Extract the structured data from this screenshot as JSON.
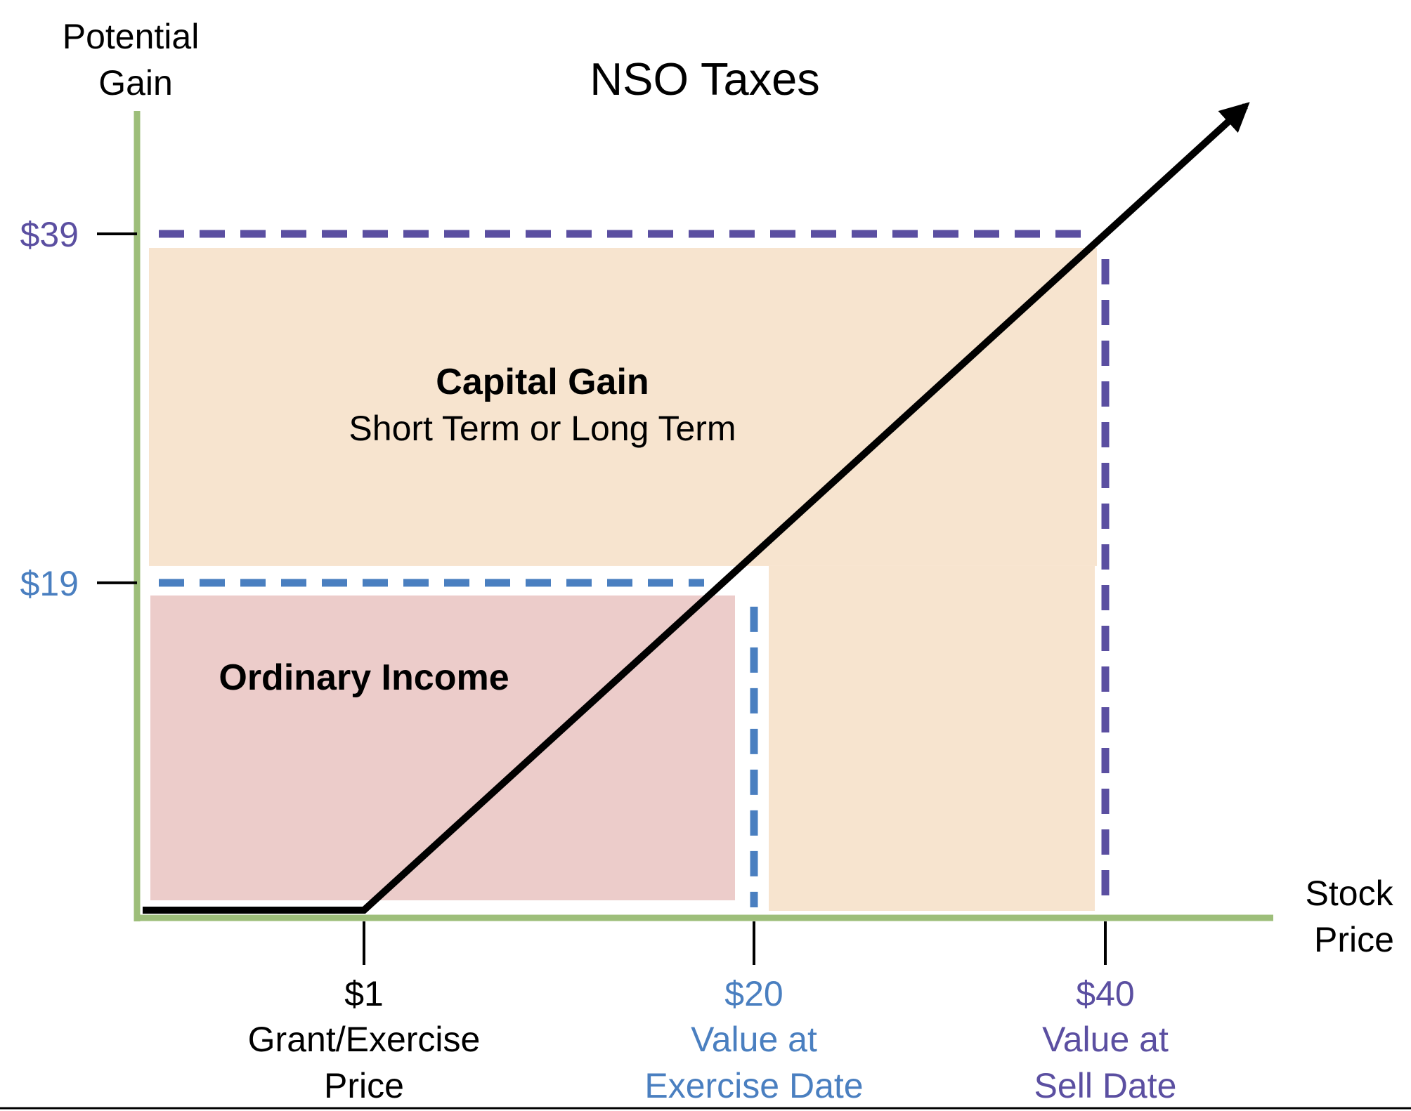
{
  "chart_data": {
    "type": "line",
    "title": "NSO Taxes",
    "ylabel": [
      "Potential",
      "Gain"
    ],
    "xlabel": [
      "Stock",
      "Price"
    ],
    "x": [
      0,
      1,
      40
    ],
    "y": [
      0,
      0,
      39
    ],
    "line_color": "#000000",
    "axis_color": "#9dbe7a",
    "y_ticks": [
      {
        "value": 39,
        "label": "$39",
        "color": "#5b4fa1"
      },
      {
        "value": 19,
        "label": "$19",
        "color": "#4a7fc0"
      }
    ],
    "x_ticks": [
      {
        "value": 1,
        "label": "$1",
        "caption": [
          "Grant/Exercise",
          "Price"
        ],
        "color": "#000000"
      },
      {
        "value": 20,
        "label": "$20",
        "caption": [
          "Value at",
          "Exercise Date"
        ],
        "color": "#4a7fc0"
      },
      {
        "value": 40,
        "label": "$40",
        "caption": [
          "Value at",
          "Sell Date"
        ],
        "color": "#5b4fa1"
      }
    ],
    "regions": [
      {
        "name": "Ordinary Income",
        "x_range": [
          0,
          20
        ],
        "y_range": [
          0,
          19
        ],
        "color": "#ecccca"
      },
      {
        "name": "Capital Gain",
        "subtitle": "Short Term or Long Term",
        "x_range": [
          0,
          40
        ],
        "y_range": [
          19,
          39
        ],
        "color": "#f7e4cf"
      }
    ],
    "reference_lines": [
      {
        "x": 20,
        "y": 19,
        "color": "#4a7fc0",
        "style": "dashed"
      },
      {
        "x": 40,
        "y": 39,
        "color": "#5b4fa1",
        "style": "dashed"
      }
    ]
  }
}
